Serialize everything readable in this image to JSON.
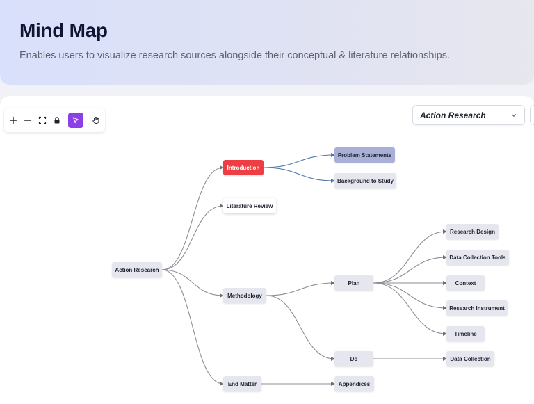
{
  "header": {
    "title": "Mind Map",
    "subtitle": "Enables users to visualize research sources alongside their conceptual & literature relationships."
  },
  "toolbar": {
    "tools": [
      {
        "name": "zoom-in",
        "icon": "plus-icon"
      },
      {
        "name": "zoom-out",
        "icon": "minus-icon"
      },
      {
        "name": "fit-view",
        "icon": "fullscreen-icon"
      },
      {
        "name": "lock",
        "icon": "lock-icon"
      },
      {
        "name": "select",
        "icon": "cursor-icon",
        "active": true
      },
      {
        "name": "pan",
        "icon": "hand-icon"
      }
    ],
    "active_color": "#8b3fe6"
  },
  "map_select": {
    "selected": "Action Research"
  },
  "colors": {
    "accent": "#8b3fe6",
    "highlight_red": "#ee3d43",
    "highlight_blue": "#a9b0d8",
    "edge_gray": "#8a8d94",
    "edge_blue": "#4f78a8"
  },
  "nodes": {
    "root": "Action Research",
    "introduction": "Introduction",
    "problem_statements": "Problem Statements",
    "background_to_study": "Background to Study",
    "literature_review": "Literature Review",
    "methodology": "Methodology",
    "plan": "Plan",
    "do": "Do",
    "research_design": "Research Design",
    "data_collection_tools": "Data Collection Tools",
    "context": "Context",
    "research_instrument": "Research Instrument",
    "timeline": "Timeline",
    "data_collection": "Data Collection",
    "end_matter": "End Matter",
    "appendices": "Appendices"
  }
}
